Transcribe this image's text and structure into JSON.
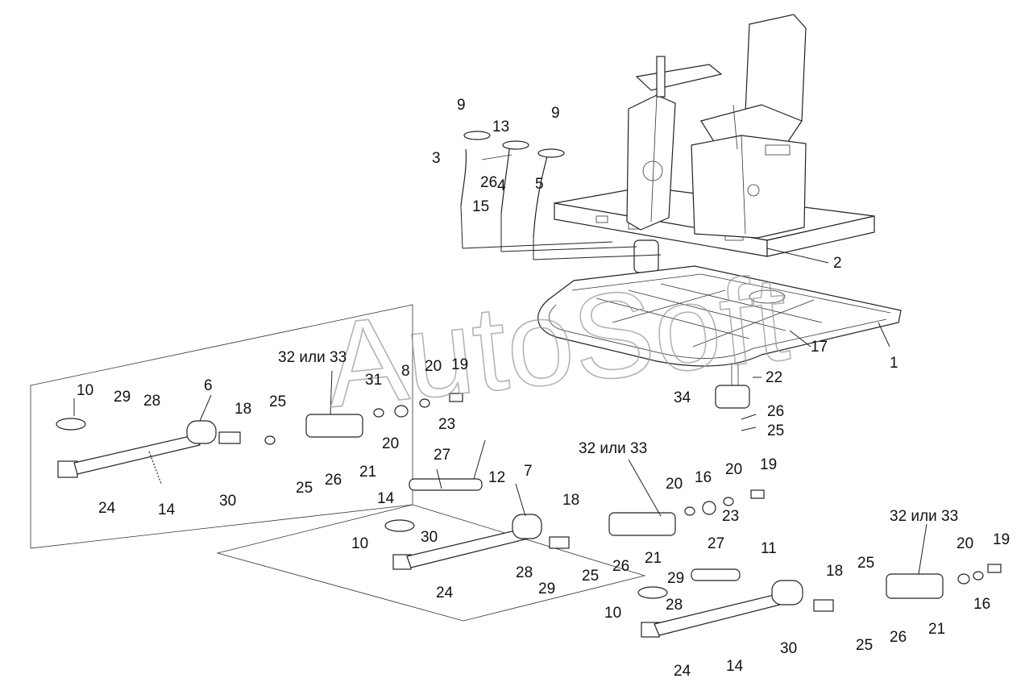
{
  "watermark": "AutoSoft",
  "colors": {
    "line": "#222222",
    "text": "#111111",
    "background": "#ffffff",
    "watermark": "#9a9a9a"
  },
  "labels": [
    "1",
    "2",
    "3",
    "4",
    "5",
    "6",
    "7",
    "8",
    "9",
    "10",
    "11",
    "12",
    "13",
    "14",
    "15",
    "16",
    "17",
    "18",
    "19",
    "20",
    "21",
    "22",
    "23",
    "24",
    "25",
    "26",
    "27",
    "28",
    "29",
    "30",
    "31",
    "32 или 33",
    "34"
  ]
}
